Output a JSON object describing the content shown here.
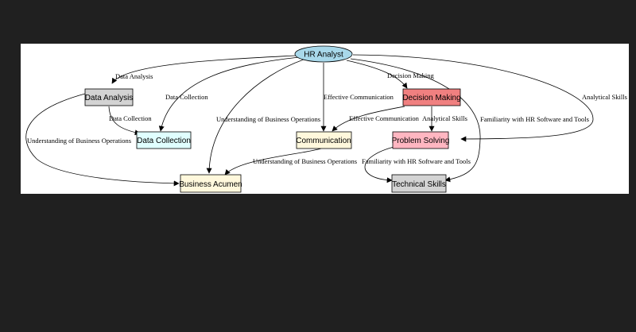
{
  "diagram": {
    "nodes": {
      "hr_analyst": {
        "label": "HR Analyst",
        "fill": "#a8d8ea"
      },
      "data_analysis": {
        "label": "Data Analysis",
        "fill": "#d3d3d3"
      },
      "data_collection": {
        "label": "Data Collection",
        "fill": "#e0ffff"
      },
      "business_acumen": {
        "label": "Business Acumen",
        "fill": "#fff8dc"
      },
      "communication": {
        "label": "Communication",
        "fill": "#fff8dc"
      },
      "decision_making": {
        "label": "Decision Making",
        "fill": "#f08080"
      },
      "problem_solving": {
        "label": "Problem Solving",
        "fill": "#ffb6c1"
      },
      "technical_skills": {
        "label": "Technical Skills",
        "fill": "#d3d3d3"
      }
    },
    "edges": [
      {
        "from": "HR Analyst",
        "to": "Data Analysis",
        "label": "Data Analysis"
      },
      {
        "from": "HR Analyst",
        "to": "Data Collection",
        "label": "Data Collection"
      },
      {
        "from": "HR Analyst",
        "to": "Business Acumen",
        "label": "Understanding of Business Operations"
      },
      {
        "from": "HR Analyst",
        "to": "Communication",
        "label": "Effective Communication"
      },
      {
        "from": "HR Analyst",
        "to": "Decision Making",
        "label": "Decision Making"
      },
      {
        "from": "HR Analyst",
        "to": "Technical Skills",
        "label": "Familiarity with HR Software and Tools"
      },
      {
        "from": "HR Analyst",
        "to": "Problem Solving",
        "label": "Analytical Skills"
      },
      {
        "from": "Data Analysis",
        "to": "Data Collection",
        "label": "Data Collection"
      },
      {
        "from": "Data Analysis",
        "to": "Business Acumen",
        "label": "Understanding of Business Operations"
      },
      {
        "from": "Decision Making",
        "to": "Communication",
        "label": "Effective Communication"
      },
      {
        "from": "Decision Making",
        "to": "Problem Solving",
        "label": "Analytical Skills"
      },
      {
        "from": "Communication",
        "to": "Business Acumen",
        "label": "Understanding of Business Operations"
      },
      {
        "from": "Problem Solving",
        "to": "Technical Skills",
        "label": "Familiarity with HR Software and Tools"
      }
    ]
  }
}
